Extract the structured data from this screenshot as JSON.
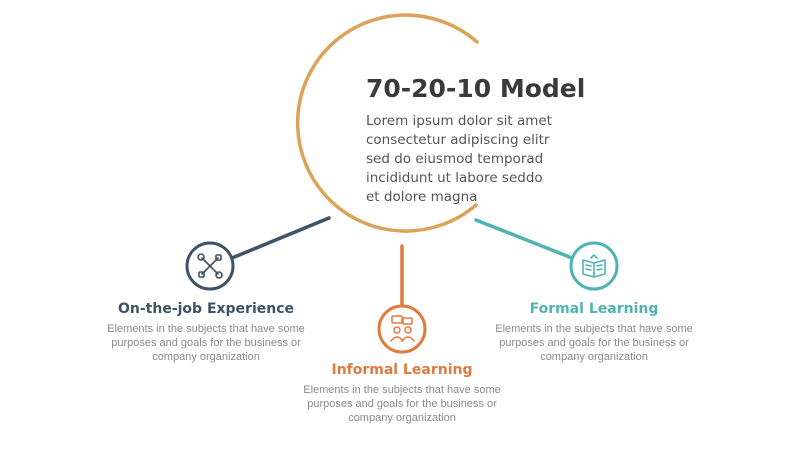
{
  "title": "70-20-10 Model",
  "description": [
    "Lorem ipsum dolor sit amet",
    "consectetur adipiscing elitr",
    "sed do eiusmod temporad",
    "incididunt ut labore  seddo",
    "et dolore magna"
  ],
  "colors": {
    "ring": "#dba35a",
    "job": "#3e5366",
    "informal": "#e07a3e",
    "formal": "#4fb3b3",
    "title_text": "#3a3a3a",
    "body_text": "#8a8a8a"
  },
  "items": [
    {
      "key": "job",
      "label": "On-the-job Experience",
      "icon": "tools-icon",
      "description": [
        "Elements in the subjects that have some",
        "purposes and goals for the business or",
        "company organization"
      ]
    },
    {
      "key": "informal",
      "label": "Informal Learning",
      "icon": "discussion-icon",
      "description": [
        "Elements in the subjects that have some",
        "purposes and goals for the business or",
        "company organization"
      ]
    },
    {
      "key": "formal",
      "label": "Formal Learning",
      "icon": "open-book-icon",
      "description": [
        "Elements in the subjects that have some",
        "purposes and goals for the business or",
        "company organization"
      ]
    }
  ]
}
